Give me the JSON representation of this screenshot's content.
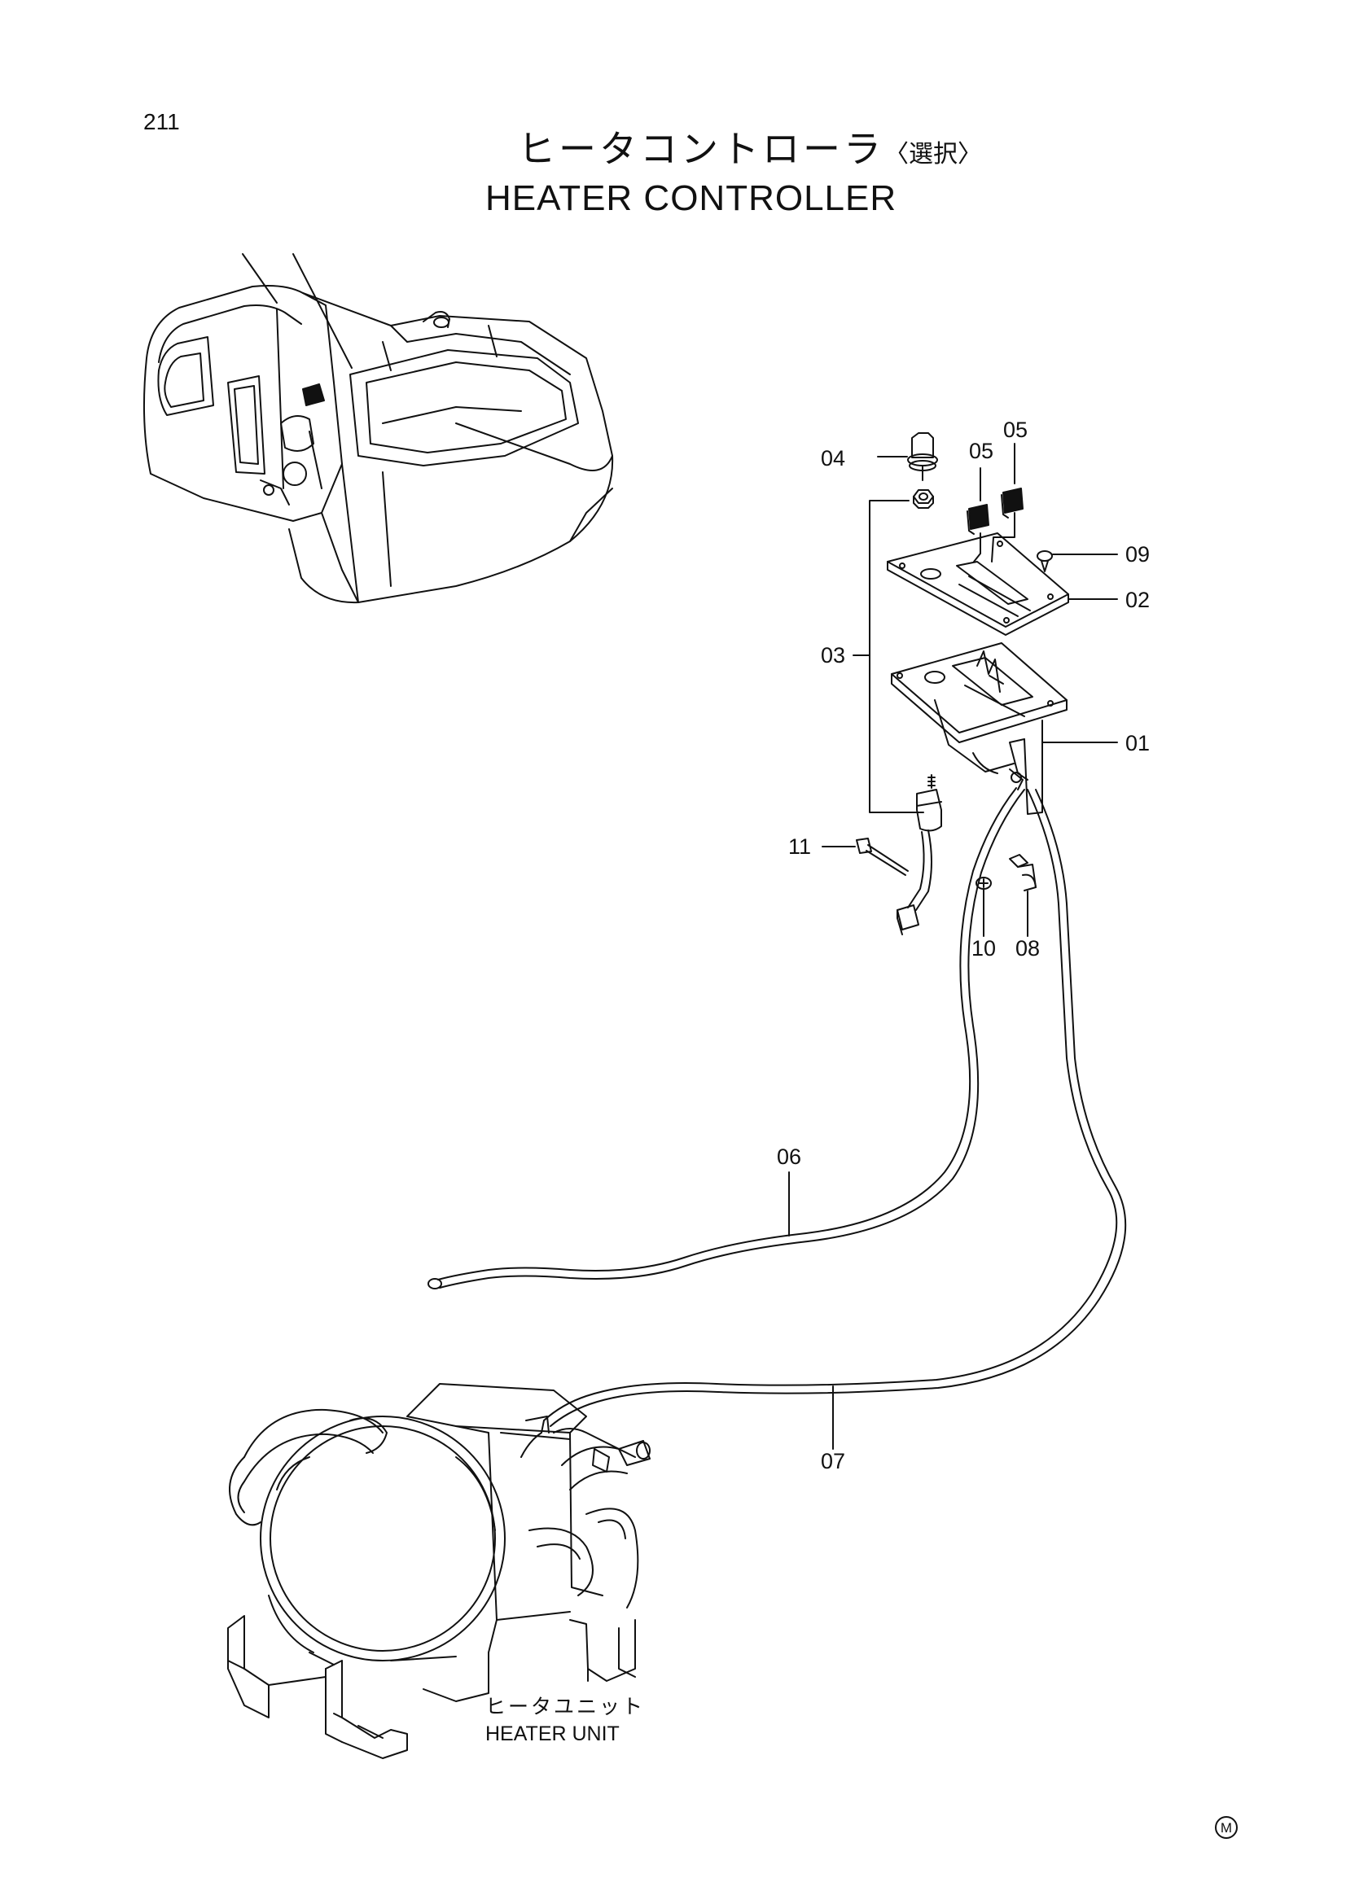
{
  "page": {
    "number": "211",
    "title_jp": "ヒータコントローラ",
    "title_jp_note": "〈選択〉",
    "title_en": "HEATER CONTROLLER"
  },
  "callouts": {
    "p01": "01",
    "p02": "02",
    "p03": "03",
    "p04": "04",
    "p05a": "05",
    "p05b": "05",
    "p06": "06",
    "p07": "07",
    "p08": "08",
    "p09": "09",
    "p10": "10",
    "p11": "11"
  },
  "heater_unit": {
    "label_jp": "ヒータユニット",
    "label_en": "HEATER UNIT"
  },
  "mark": "M",
  "colors": {
    "ink": "#111111",
    "paper": "#ffffff"
  }
}
